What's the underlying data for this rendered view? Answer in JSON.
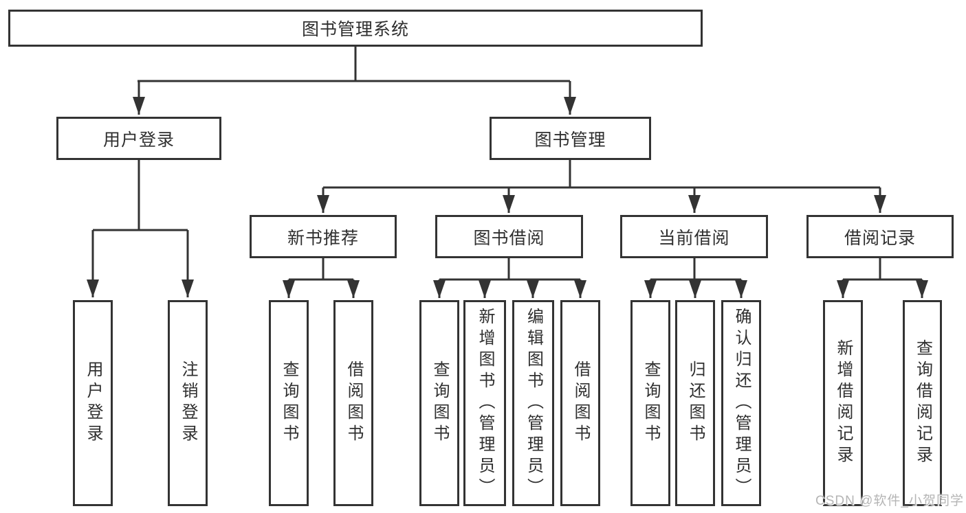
{
  "diagram": {
    "type": "function-structure-tree",
    "watermark": "CSDN @软件_小贺同学",
    "colors": {
      "line": "#333333",
      "text": "#2f2f2f",
      "background": "#ffffff",
      "watermark": "#b5b5b5"
    },
    "nodes": {
      "root": {
        "label": "图书管理系统"
      },
      "user_login": {
        "label": "用户登录"
      },
      "book_mgmt": {
        "label": "图书管理"
      },
      "new_book_rec": {
        "label": "新书推荐"
      },
      "book_borrow": {
        "label": "图书借阅"
      },
      "current_borrow": {
        "label": "当前借阅"
      },
      "borrow_record": {
        "label": "借阅记录"
      },
      "leaf_user_login": {
        "label": "用户登录"
      },
      "leaf_logout": {
        "label": "注销登录"
      },
      "leaf_nb_query": {
        "label": "查询图书"
      },
      "leaf_nb_borrow": {
        "label": "借阅图书"
      },
      "leaf_bb_query": {
        "label": "查询图书"
      },
      "leaf_bb_add": {
        "label": "新增图书（管理员）"
      },
      "leaf_bb_edit": {
        "label": "编辑图书（管理员）"
      },
      "leaf_bb_borrow": {
        "label": "借阅图书"
      },
      "leaf_cb_query": {
        "label": "查询图书"
      },
      "leaf_cb_return": {
        "label": "归还图书"
      },
      "leaf_cb_confirm": {
        "label": "确认归还（管理员）"
      },
      "leaf_br_add": {
        "label": "新增借阅记录"
      },
      "leaf_br_query": {
        "label": "查询借阅记录"
      }
    },
    "hierarchy": [
      {
        "parent": "图书管理系统",
        "children": [
          "用户登录",
          "图书管理"
        ]
      },
      {
        "parent": "用户登录",
        "children": [
          "用户登录",
          "注销登录"
        ]
      },
      {
        "parent": "图书管理",
        "children": [
          "新书推荐",
          "图书借阅",
          "当前借阅",
          "借阅记录"
        ]
      },
      {
        "parent": "新书推荐",
        "children": [
          "查询图书",
          "借阅图书"
        ]
      },
      {
        "parent": "图书借阅",
        "children": [
          "查询图书",
          "新增图书（管理员）",
          "编辑图书（管理员）",
          "借阅图书"
        ]
      },
      {
        "parent": "当前借阅",
        "children": [
          "查询图书",
          "归还图书",
          "确认归还（管理员）"
        ]
      },
      {
        "parent": "借阅记录",
        "children": [
          "新增借阅记录",
          "查询借阅记录"
        ]
      }
    ]
  }
}
